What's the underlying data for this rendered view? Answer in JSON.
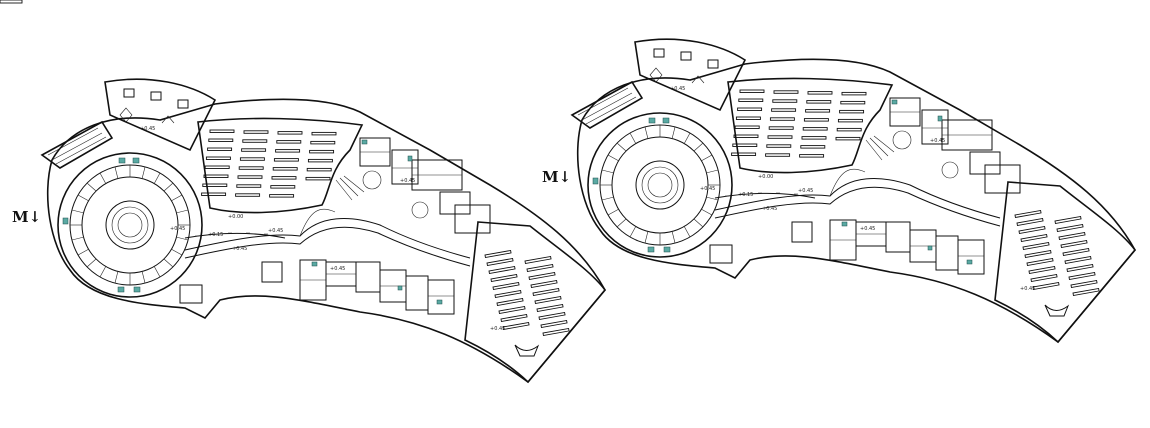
{
  "plans": [
    {
      "id": "left",
      "north_mark": "M↓",
      "level_labels": [
        "+0.00",
        "+0.45",
        "+0.45",
        "+0.15",
        "+0.45",
        "+0.45",
        "+0.45",
        "+0.45",
        "+0.45"
      ]
    },
    {
      "id": "right",
      "north_mark": "M↓",
      "level_labels": [
        "+0.00",
        "+0.45",
        "+0.45",
        "+0.15",
        "+0.45",
        "+0.45",
        "+0.45",
        "+0.45",
        "+0.45"
      ]
    }
  ],
  "colors": {
    "line": "#111111",
    "accent": "#5aa9a3",
    "background": "#ffffff"
  }
}
